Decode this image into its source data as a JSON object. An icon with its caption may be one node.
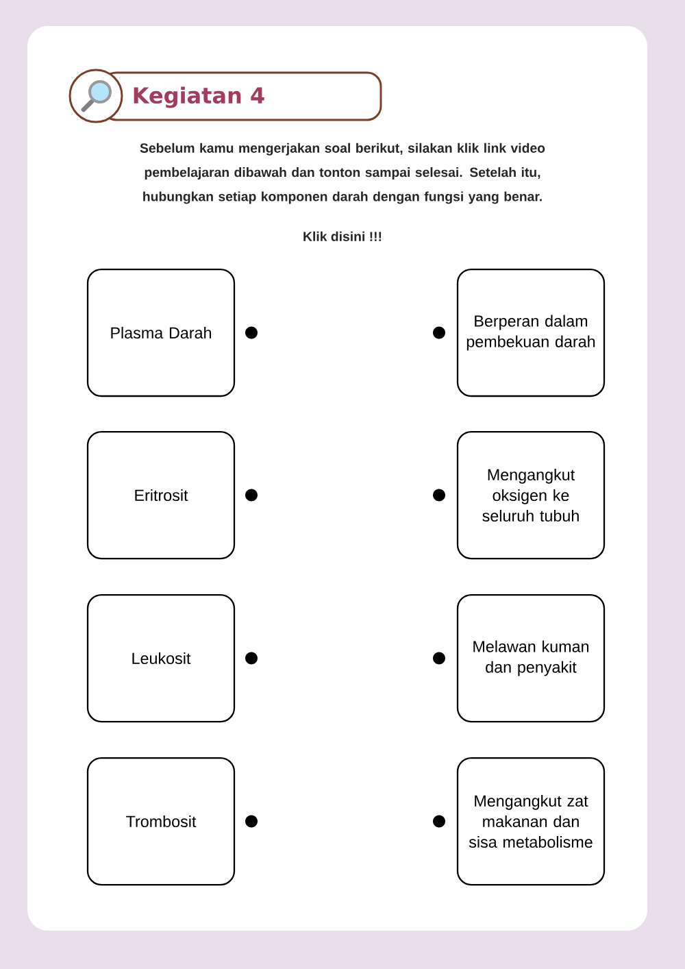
{
  "diagram": {
    "title": "Kegiatan 4",
    "nodes": [
      {
        "text": [
          "Plasma Darah"
        ]
      },
      {
        "text": [
          "Eritrosit"
        ]
      },
      {
        "text": [
          "Leukosit"
        ]
      },
      {
        "text": [
          "Trombosit"
        ]
      },
      {
        "text": [
          "Berperan dalam pembekuan darah"
        ]
      },
      {
        "text": [
          "Mengangkut oksigen ke seluruh tubuh"
        ]
      },
      {
        "text": [
          "Melawan kuman dan penyakit"
        ]
      },
      {
        "text": [
          "Mengangkut zat makanan dan sisa metabolisme"
        ]
      }
    ],
    "edges": [],
    "labels": [
      "Sebelum kamu mengerjakan soal berikut, silakan klik link video pembelajaran dibawah dan tonton sampai selesai. Setelah itu, hubungkan setiap komponen darah dengan fungsi yang benar.",
      "Klik disini !!!"
    ]
  }
}
